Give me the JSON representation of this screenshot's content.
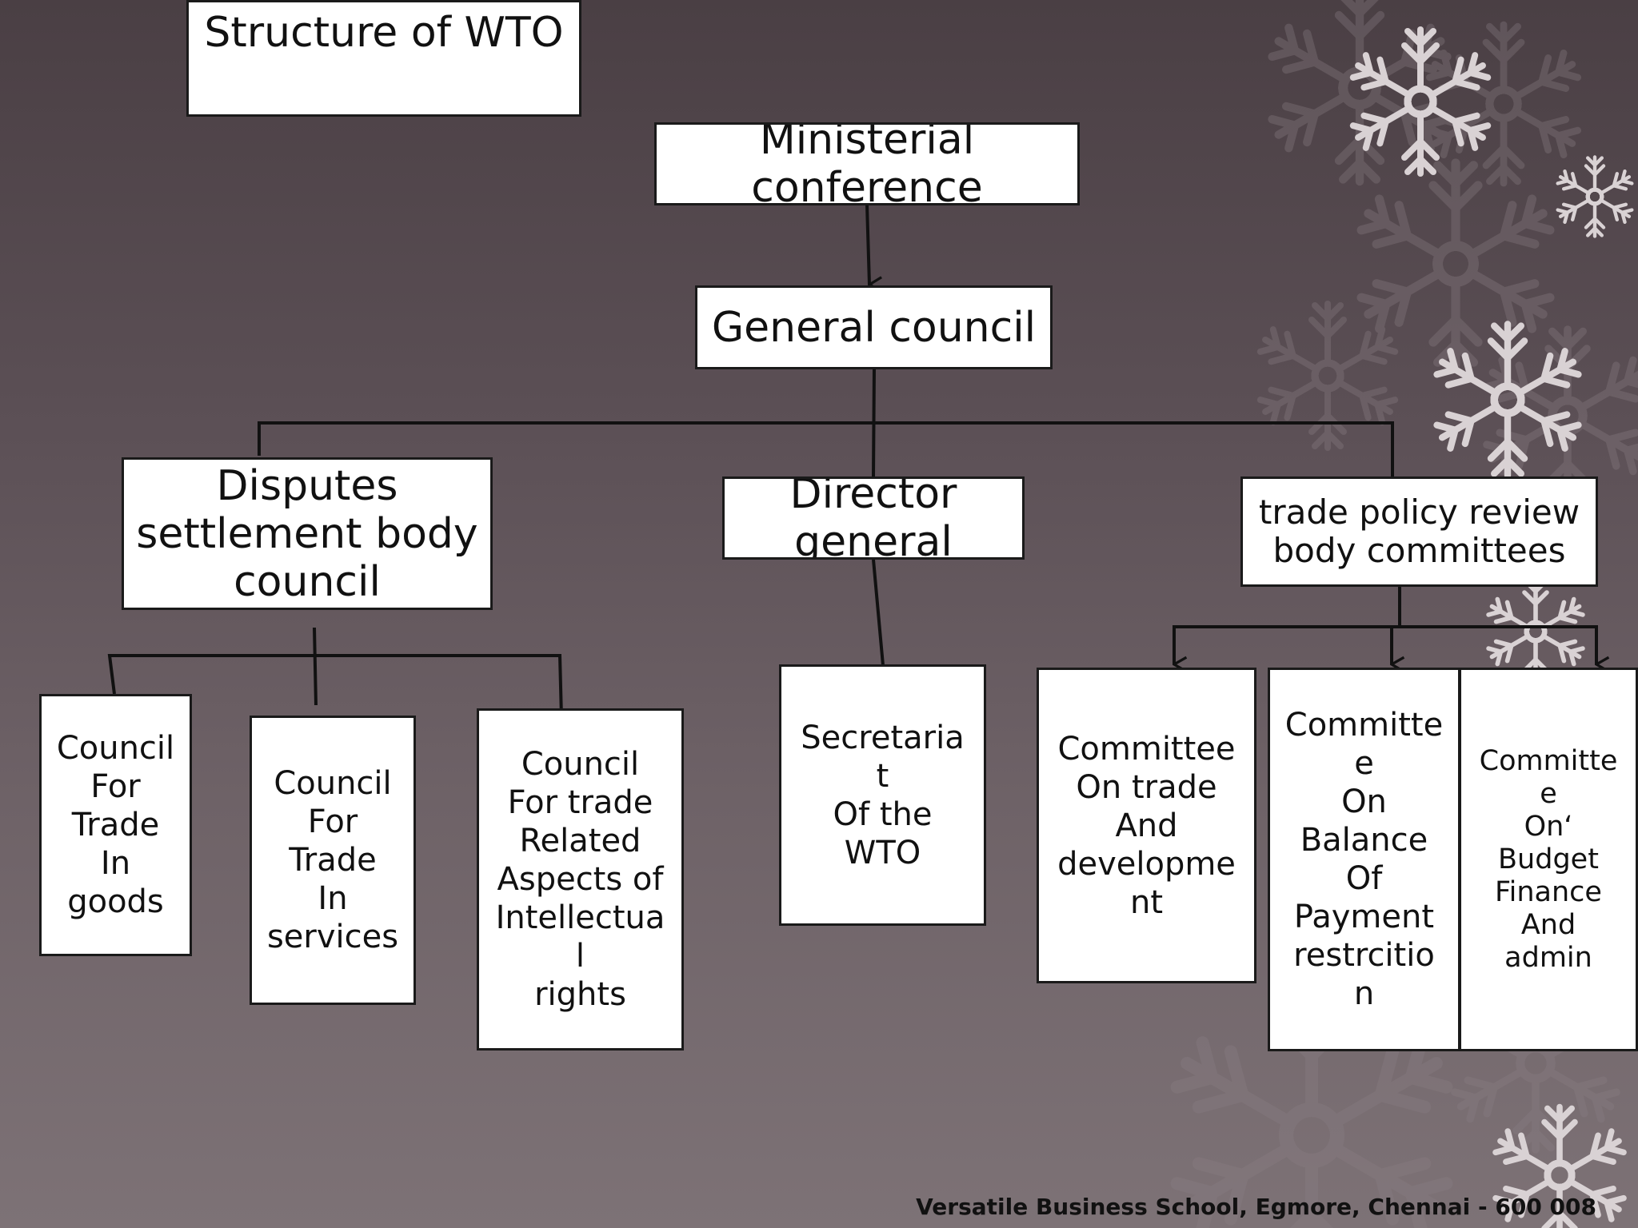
{
  "title": "Structure of WTO",
  "nodes": {
    "ministerial_conference": "Ministerial\nconference",
    "general_council": "General council",
    "disputes_settlement": "Disputes\nsettlement body\ncouncil",
    "director_general": "Director\ngeneral",
    "trade_policy_review": "trade policy review\nbody committees",
    "council_goods": "Council\nFor\nTrade\nIn\ngoods",
    "council_services": "Council\nFor\nTrade\nIn\nservices",
    "council_trips": "Council\nFor trade\nRelated\nAspects of\nIntellectua\nl\nrights",
    "secretariat": "Secretaria\nt\nOf the\nWTO",
    "committee_trade_dev": "Committee\nOn trade\nAnd\ndevelopme\nnt",
    "committee_bop": "Committe\ne\nOn\nBalance\nOf\nPayment\nrestrcitio\nn",
    "committee_budget": "Committe\ne\nOn‘\nBudget\nFinance\nAnd\nadmin"
  },
  "footer": "Versatile Business School, Egmore, Chennai - 600 008"
}
